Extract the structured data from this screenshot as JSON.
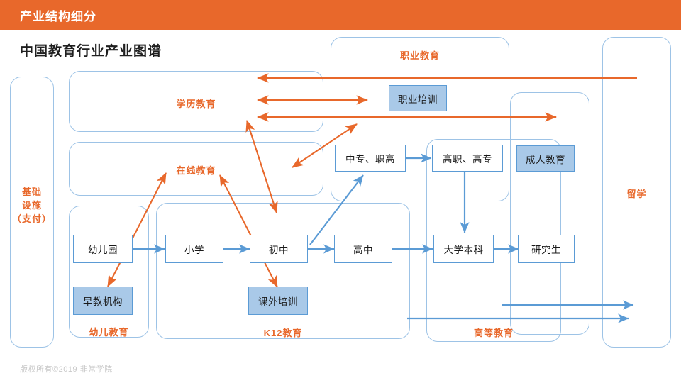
{
  "header": {
    "title": "产业结构细分",
    "bar_color": "#E8682B"
  },
  "page": {
    "title": "中国教育行业产业图谱",
    "footer": "版权所有©2019 非常学院"
  },
  "colors": {
    "orange": "#E8682B",
    "blue_line": "#5B9BD5",
    "group_border": "#9DC3E6",
    "node_fill": "#A9C9E8",
    "node_border": "#5B9BD5"
  },
  "groups": [
    {
      "id": "infrastructure",
      "label": "基础\n设施\n（支付）",
      "label_lines": [
        "基础",
        "设施",
        "（支付）"
      ]
    },
    {
      "id": "degree-education",
      "label": "学历教育"
    },
    {
      "id": "online-education",
      "label": "在线教育"
    },
    {
      "id": "vocational-education",
      "label": "职业教育"
    },
    {
      "id": "adult-education-zone",
      "label": ""
    },
    {
      "id": "preschool-education",
      "label": "幼儿教育"
    },
    {
      "id": "k12-education",
      "label": "K12教育"
    },
    {
      "id": "higher-education",
      "label": "高等教育"
    },
    {
      "id": "study-abroad",
      "label": "留学"
    }
  ],
  "nodes": [
    {
      "id": "vocational-training",
      "label": "职业培训",
      "filled": true
    },
    {
      "id": "secondary-vocational",
      "label": "中专、职高",
      "filled": false
    },
    {
      "id": "higher-vocational",
      "label": "高职、高专",
      "filled": false
    },
    {
      "id": "adult-education",
      "label": "成人教育",
      "filled": true
    },
    {
      "id": "kindergarten",
      "label": "幼儿园",
      "filled": false
    },
    {
      "id": "primary-school",
      "label": "小学",
      "filled": false
    },
    {
      "id": "junior-high",
      "label": "初中",
      "filled": false
    },
    {
      "id": "senior-high",
      "label": "高中",
      "filled": false
    },
    {
      "id": "undergraduate",
      "label": "大学本科",
      "filled": false
    },
    {
      "id": "graduate",
      "label": "研究生",
      "filled": false
    },
    {
      "id": "early-education",
      "label": "早教机构",
      "filled": true
    },
    {
      "id": "after-school-training",
      "label": "课外培训",
      "filled": true
    }
  ]
}
